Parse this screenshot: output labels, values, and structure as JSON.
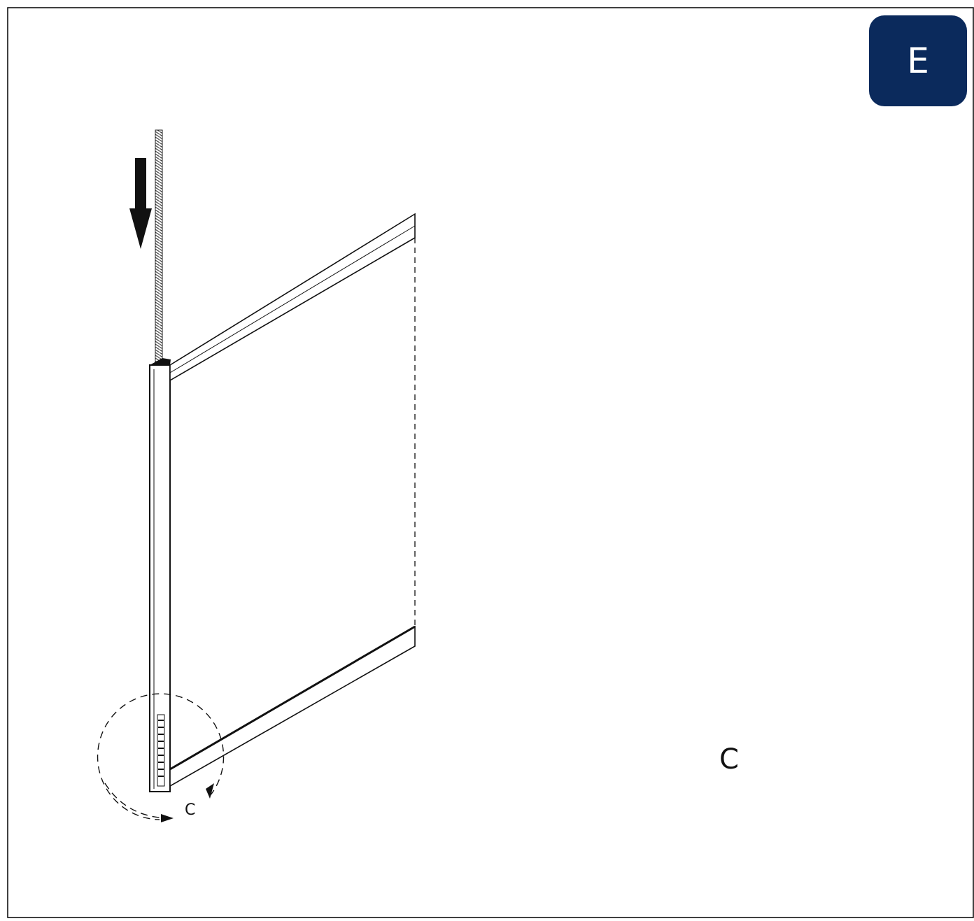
{
  "step": {
    "letter": "E",
    "color": "#0b2a5c"
  },
  "labels": {
    "detail_small": "C",
    "detail_large": "C"
  },
  "colors": {
    "line": "#111111",
    "frame": "#000000",
    "level_lens": "#cfcfcf"
  },
  "icons": {
    "down_arrow": "down-arrow-icon",
    "rotate_arrow": "rotate-arrow-icon",
    "spirit_level": "spirit-level-icon",
    "screw": "screw-icon"
  }
}
